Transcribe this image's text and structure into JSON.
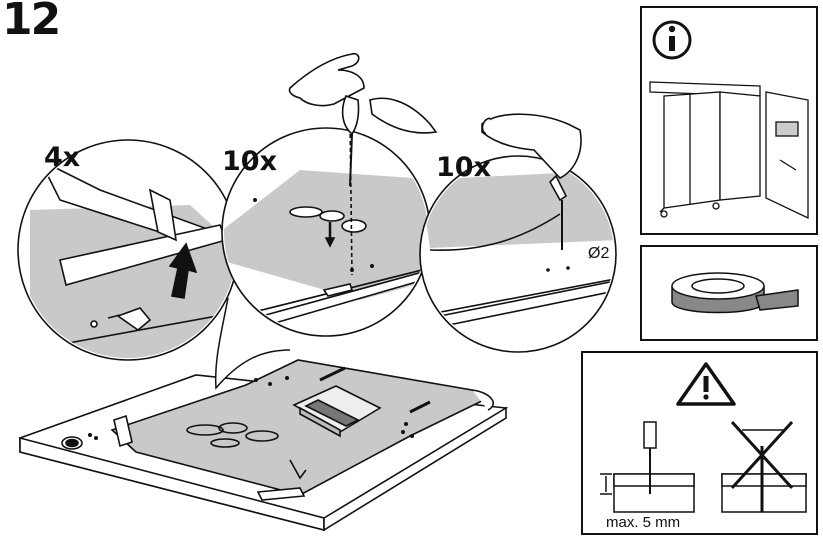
{
  "step_number": "12",
  "details": [
    {
      "count": "4x"
    },
    {
      "count": "10x"
    },
    {
      "count": "10x"
    }
  ],
  "drill_diameter": "Ø2",
  "warning_panel": {
    "max_depth_label": "max. 5 mm"
  },
  "icons": [
    "info-icon",
    "warning-icon",
    "cross-out-icon",
    "tape-roll-icon"
  ]
}
